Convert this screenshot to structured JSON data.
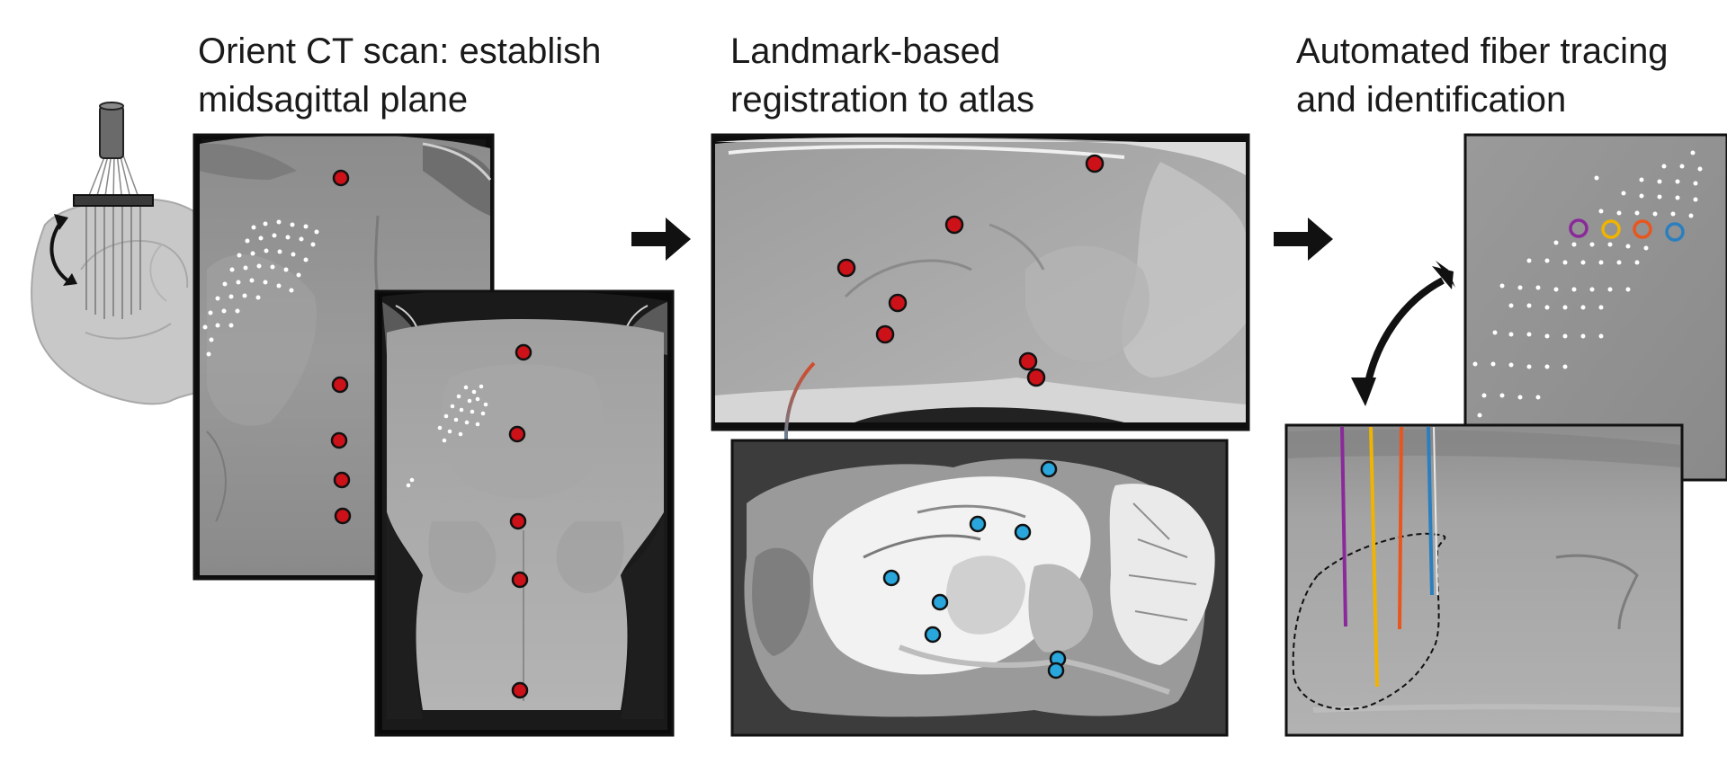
{
  "steps": [
    {
      "line1": "Orient CT scan: establish",
      "line2": "midsagittal plane"
    },
    {
      "line1": "Landmark-based",
      "line2": "registration to atlas"
    },
    {
      "line1": "Automated fiber tracing",
      "line2": "and identification"
    }
  ],
  "colors": {
    "landmark_ct": "#cc1118",
    "landmark_atlas": "#29a6dc",
    "fiber_purple": "#8a2a9a",
    "fiber_yellow": "#f0b400",
    "fiber_orange": "#e8561e",
    "fiber_blue": "#2a7fc0"
  }
}
